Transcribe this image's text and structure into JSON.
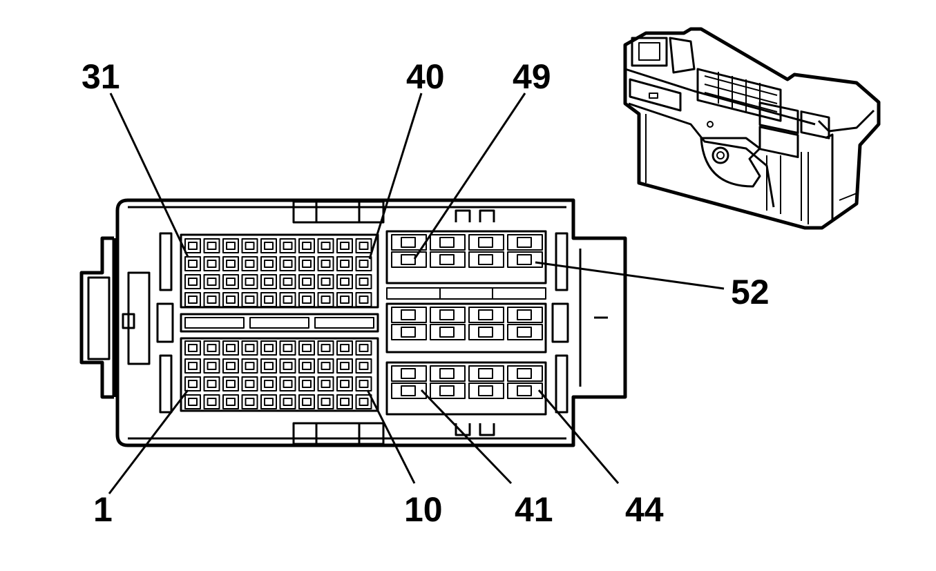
{
  "pin_labels": [
    {
      "id": "31",
      "text": "31"
    },
    {
      "id": "40",
      "text": "40"
    },
    {
      "id": "49",
      "text": "49"
    },
    {
      "id": "52",
      "text": "52"
    },
    {
      "id": "1",
      "text": "1"
    },
    {
      "id": "10",
      "text": "10"
    },
    {
      "id": "41",
      "text": "41"
    },
    {
      "id": "44",
      "text": "44"
    }
  ],
  "colors": {
    "line": "#000000",
    "background": "#ffffff"
  }
}
